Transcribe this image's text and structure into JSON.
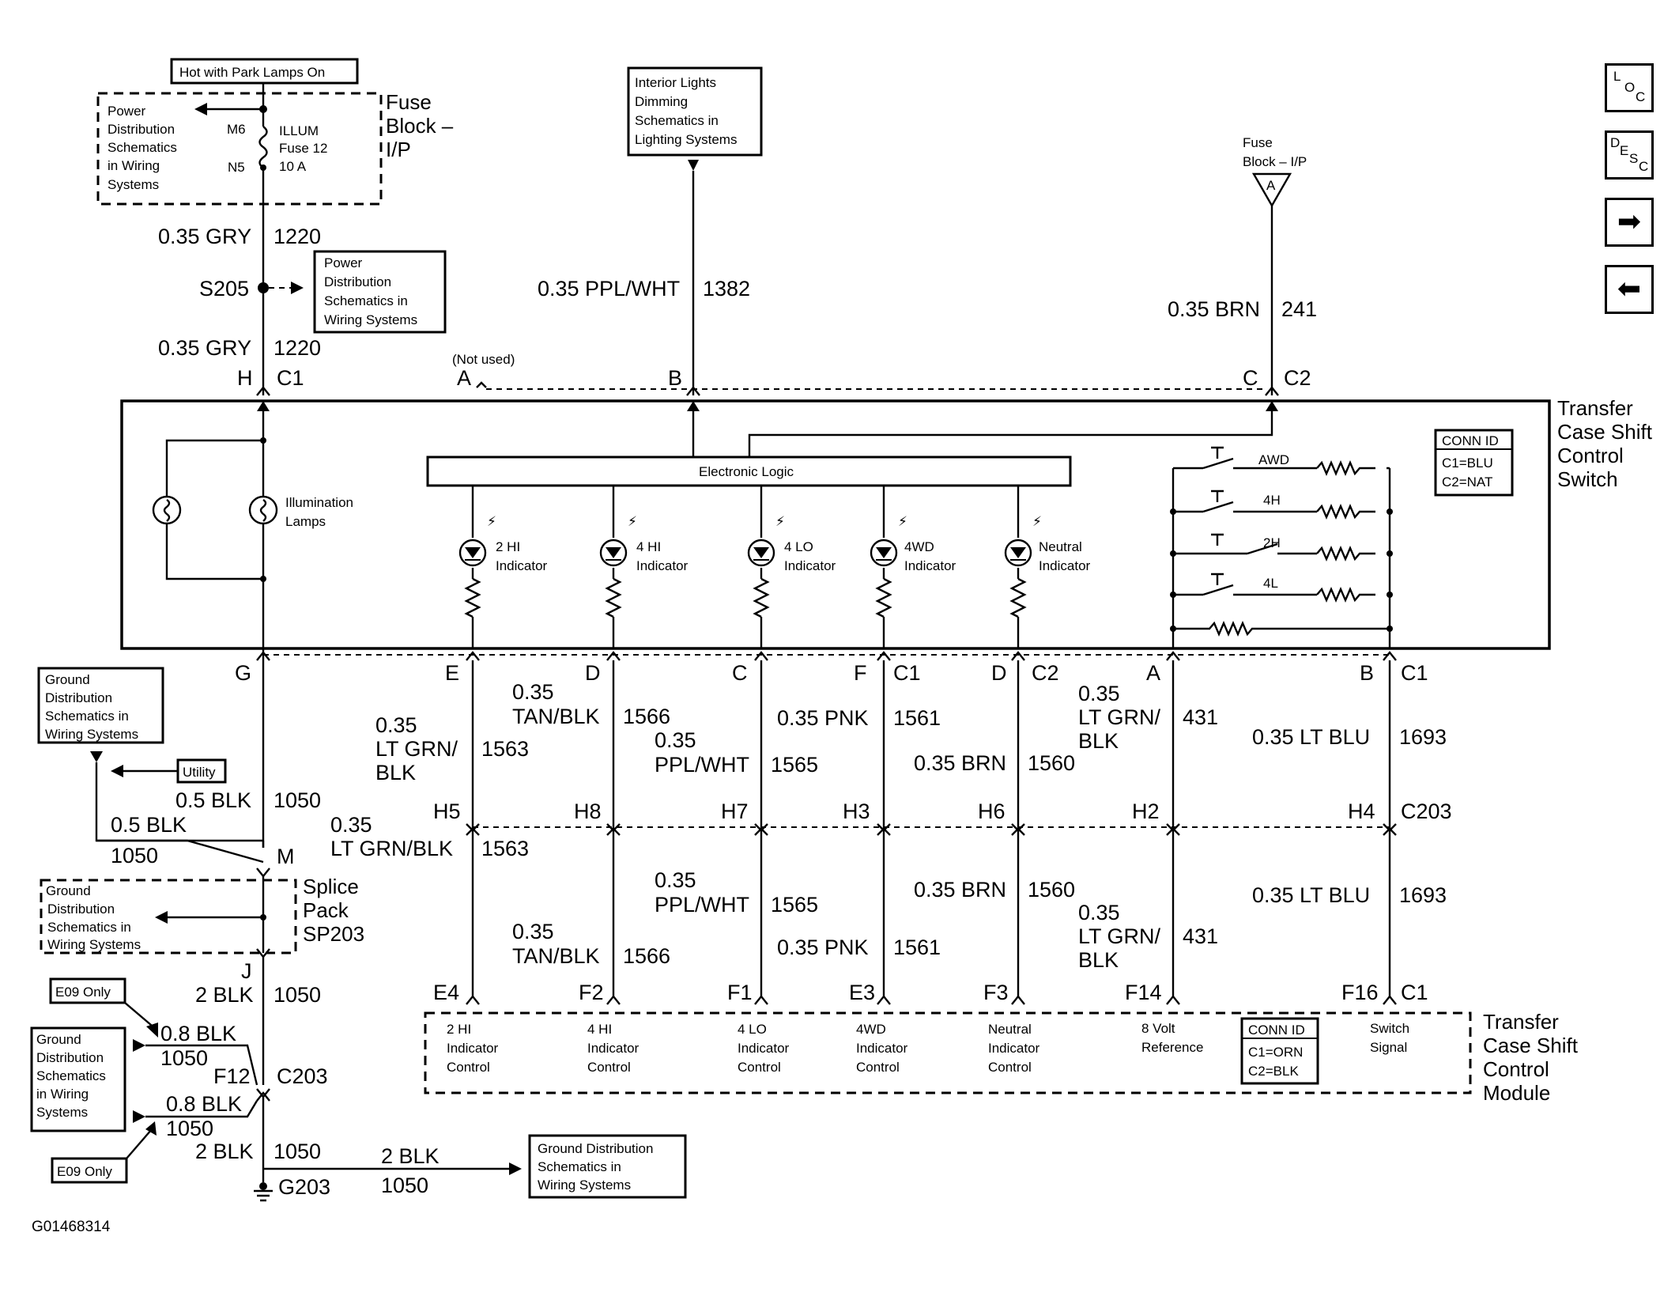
{
  "labels": {
    "hot_with_park_lamps_on": "Hot with Park Lamps On",
    "power_dist_1": [
      "Power",
      "Distribution",
      "Schematics",
      "in Wiring",
      "Systems"
    ],
    "m6": "M6",
    "n5": "N5",
    "illum_fuse": [
      "ILLUM",
      "Fuse 12",
      "10 A"
    ],
    "fuse_block_ip_big": [
      "Fuse",
      "Block –",
      "I/P"
    ],
    "interior_lights": [
      "Interior Lights",
      "Dimming",
      "Schematics in",
      "Lighting Systems"
    ],
    "fuse_block_ip_small": [
      "Fuse",
      "Block – I/P"
    ],
    "fuse_a": "A",
    "w_035_gry": "0.35 GRY",
    "c_1220": "1220",
    "s205": "S205",
    "power_dist_2": [
      "Power",
      "Distribution",
      "Schematics in",
      "Wiring Systems"
    ],
    "w_035_ppl_wht": "0.35 PPL/WHT",
    "c_1382": "1382",
    "w_035_brn": "0.35 BRN",
    "c_241": "241",
    "pin_h": "H",
    "conn_c1": "C1",
    "not_used": "(Not used)",
    "pin_a": "A",
    "pin_b": "B",
    "pin_c": "C",
    "conn_c2": "C2",
    "transfer_switch": [
      "Transfer",
      "Case Shift",
      "Control",
      "Switch"
    ],
    "conn_id_title": "CONN ID",
    "conn_id_switch": [
      "C1=BLU",
      "C2=NAT"
    ],
    "electronic_logic": "Electronic Logic",
    "illumination_lamps": [
      "Illumination",
      "Lamps"
    ],
    "ind_2hi": [
      "2 HI",
      "Indicator"
    ],
    "ind_4hi": [
      "4 HI",
      "Indicator"
    ],
    "ind_4lo": [
      "4 LO",
      "Indicator"
    ],
    "ind_4wd": [
      "4WD",
      "Indicator"
    ],
    "ind_neutral": [
      "Neutral",
      "Indicator"
    ],
    "sw_awd": "AWD",
    "sw_4h": "4H",
    "sw_2h": "2H",
    "sw_4l": "4L",
    "ground_dist_1": [
      "Ground",
      "Distribution",
      "Schematics in",
      "Wiring Systems"
    ],
    "utility": "Utility",
    "pin_g": "G",
    "pin_e": "E",
    "pin_d": "D",
    "pin_f": "F",
    "w_05_blk": "0.5 BLK",
    "c_1050": "1050",
    "pin_m": "M",
    "w_035": "0.35",
    "w_lt_grn": "LT GRN/",
    "w_blk": "BLK",
    "c_1563": "1563",
    "w_tan_blk": "TAN/BLK",
    "c_1566": "1566",
    "w_ppl_wht": "PPL/WHT",
    "c_1565": "1565",
    "w_035_pnk": "0.35 PNK",
    "c_1561": "1561",
    "c_1560": "1560",
    "c_431": "431",
    "w_035_lt_blu": "0.35 LT BLU",
    "c_1693": "1693",
    "pin_h5": "H5",
    "pin_h8": "H8",
    "pin_h7": "H7",
    "pin_h3": "H3",
    "pin_h6": "H6",
    "pin_h2": "H2",
    "pin_h4": "H4",
    "conn_c203": "C203",
    "w_lt_grn_blk": "LT GRN/BLK",
    "splice_pack": [
      "Splice",
      "Pack",
      "SP203"
    ],
    "ground_dist_2": [
      "Ground",
      "Distribution",
      "Schematics in",
      "Wiring Systems"
    ],
    "pin_j": "J",
    "w_2_blk": "2 BLK",
    "pin_e4": "E4",
    "pin_f2": "F2",
    "pin_f1": "F1",
    "pin_e3": "E3",
    "pin_f3": "F3",
    "pin_f14": "F14",
    "pin_f16": "F16",
    "e09_only": "E09 Only",
    "w_08_blk": "0.8 BLK",
    "pin_f12": "F12",
    "ground_dist_3": [
      "Ground",
      "Distribution",
      "Schematics",
      "in Wiring",
      "Systems"
    ],
    "ctrl_2hi": [
      "2 HI",
      "Indicator",
      "Control"
    ],
    "ctrl_4hi": [
      "4 HI",
      "Indicator",
      "Control"
    ],
    "ctrl_4lo": [
      "4 LO",
      "Indicator",
      "Control"
    ],
    "ctrl_4wd": [
      "4WD",
      "Indicator",
      "Control"
    ],
    "ctrl_neutral": [
      "Neutral",
      "Indicator",
      "Control"
    ],
    "ref_8v": [
      "8 Volt",
      "Reference"
    ],
    "conn_id_module": [
      "C1=ORN",
      "C2=BLK"
    ],
    "switch_signal": [
      "Switch",
      "Signal"
    ],
    "transfer_module": [
      "Transfer",
      "Case Shift",
      "Control",
      "Module"
    ],
    "ground_dist_4": [
      "Ground Distribution",
      "Schematics in",
      "Wiring Systems"
    ],
    "g203": "G203",
    "figure_id": "G01468314"
  },
  "nav": {
    "loc": [
      "L",
      "O",
      "C"
    ],
    "desc": [
      "D",
      "E",
      "S",
      "C"
    ],
    "next_icon": "right-arrow-icon",
    "prev_icon": "left-arrow-icon",
    "next_glyph": "➡",
    "prev_glyph": "⬅"
  }
}
